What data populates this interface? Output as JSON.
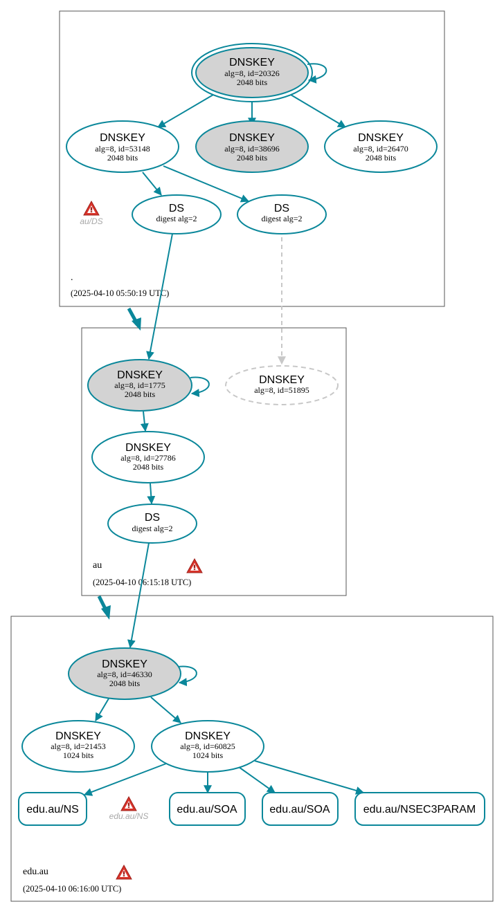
{
  "colors": {
    "edge": "#0a879a",
    "node_fill_default": "#ffffff",
    "node_fill_ksk": "#d3d3d3",
    "missing": "#c8c8c8",
    "warning": "#d9342b",
    "zone_border": "#555555"
  },
  "zones": [
    {
      "label": ".",
      "time": "(2025-04-10 05:50:19 UTC)"
    },
    {
      "label": "au",
      "time": "(2025-04-10 06:15:18 UTC)"
    },
    {
      "label": "edu.au",
      "time": "(2025-04-10 06:16:00 UTC)"
    }
  ],
  "warnings": [
    {
      "label": "au/DS"
    },
    {
      "label": ""
    },
    {
      "label": "edu.au/NS"
    },
    {
      "label": ""
    }
  ],
  "nodes": [
    {
      "id": "root_ksk",
      "title": "DNSKEY",
      "l1": "alg=8, id=20326",
      "l2": "2048 bits"
    },
    {
      "id": "root_53148",
      "title": "DNSKEY",
      "l1": "alg=8, id=53148",
      "l2": "2048 bits"
    },
    {
      "id": "root_38696",
      "title": "DNSKEY",
      "l1": "alg=8, id=38696",
      "l2": "2048 bits"
    },
    {
      "id": "root_26470",
      "title": "DNSKEY",
      "l1": "alg=8, id=26470",
      "l2": "2048 bits"
    },
    {
      "id": "root_ds1",
      "title": "DS",
      "l1": "digest alg=2",
      "l2": ""
    },
    {
      "id": "root_ds2",
      "title": "DS",
      "l1": "digest alg=2",
      "l2": ""
    },
    {
      "id": "au_1775",
      "title": "DNSKEY",
      "l1": "alg=8, id=1775",
      "l2": "2048 bits"
    },
    {
      "id": "au_51895",
      "title": "DNSKEY",
      "l1": "alg=8, id=51895",
      "l2": ""
    },
    {
      "id": "au_27786",
      "title": "DNSKEY",
      "l1": "alg=8, id=27786",
      "l2": "2048 bits"
    },
    {
      "id": "au_ds",
      "title": "DS",
      "l1": "digest alg=2",
      "l2": ""
    },
    {
      "id": "edu_46330",
      "title": "DNSKEY",
      "l1": "alg=8, id=46330",
      "l2": "2048 bits"
    },
    {
      "id": "edu_21453",
      "title": "DNSKEY",
      "l1": "alg=8, id=21453",
      "l2": "1024 bits"
    },
    {
      "id": "edu_60825",
      "title": "DNSKEY",
      "l1": "alg=8, id=60825",
      "l2": "1024 bits"
    },
    {
      "id": "edu_ns",
      "title": "edu.au/NS",
      "l1": "",
      "l2": ""
    },
    {
      "id": "edu_soa1",
      "title": "edu.au/SOA",
      "l1": "",
      "l2": ""
    },
    {
      "id": "edu_soa2",
      "title": "edu.au/SOA",
      "l1": "",
      "l2": ""
    },
    {
      "id": "edu_nsec3param",
      "title": "edu.au/NSEC3PARAM",
      "l1": "",
      "l2": ""
    }
  ]
}
